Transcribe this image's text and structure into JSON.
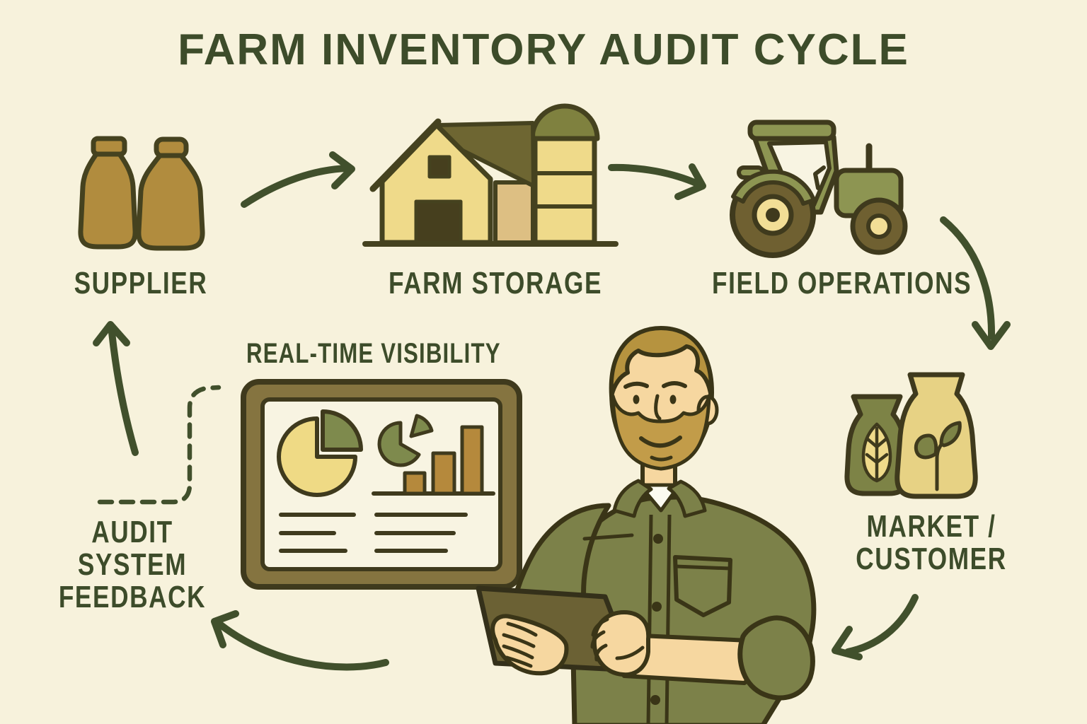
{
  "title": "FARM INVENTORY AUDIT CYCLE",
  "nodes": {
    "supplier": {
      "label": "SUPPLIER",
      "icon": "supply-sacks-icon"
    },
    "farm_storage": {
      "label": "FARM STORAGE",
      "icon": "barn-silo-icon"
    },
    "field_operations": {
      "label": "FIELD OPERATIONS",
      "icon": "tractor-icon"
    },
    "market_customer": {
      "label_line1": "MARKET /",
      "label_line2": "CUSTOMER",
      "icon": "produce-bags-icon"
    },
    "real_time_visibility": {
      "label": "REAL-TIME VISIBILITY",
      "icon": "dashboard-tablet-icon"
    },
    "audit_system_feedback": {
      "label_line1": "AUDIT",
      "label_line2": "SYSTEM",
      "label_line3": "FEEDBACK",
      "icon": "feedback-dashed-connector"
    }
  },
  "connectors": [
    "arrow-supplier-to-farm-storage",
    "arrow-farm-storage-to-field-operations",
    "arrow-field-operations-to-market",
    "arrow-market-to-farmer",
    "arrow-farmer-to-audit-feedback",
    "arrow-audit-feedback-to-supplier",
    "feedback-dashed-connector"
  ],
  "illustration": {
    "figure": "farmer-holding-tablet",
    "dashboard": [
      "pie-chart-icon",
      "donut-chart-icon",
      "bar-chart-icon",
      "text-lines"
    ]
  },
  "colors": {
    "background": "#F7F2DC",
    "ink_green": "#3D4C2A",
    "outline_dark": "#3F3A1D",
    "sack_gold": "#B18C3E",
    "pale_yellow": "#EFDA8A",
    "roof_brown": "#6E6632",
    "annex_tan": "#DDBF83",
    "olive": "#7D8346",
    "tractor_green": "#8D9552",
    "wheel_brown": "#6F6031",
    "hub_cream": "#F2DE96",
    "frame_brown": "#857440",
    "screen_cream": "#F8F4E2",
    "bar_gold": "#B5893C",
    "held_tablet_brown": "#6B6134",
    "skin": "#F6D7A0",
    "hair": "#B6933F",
    "beard": "#C29C49",
    "shirt_olive": "#7C8149"
  }
}
